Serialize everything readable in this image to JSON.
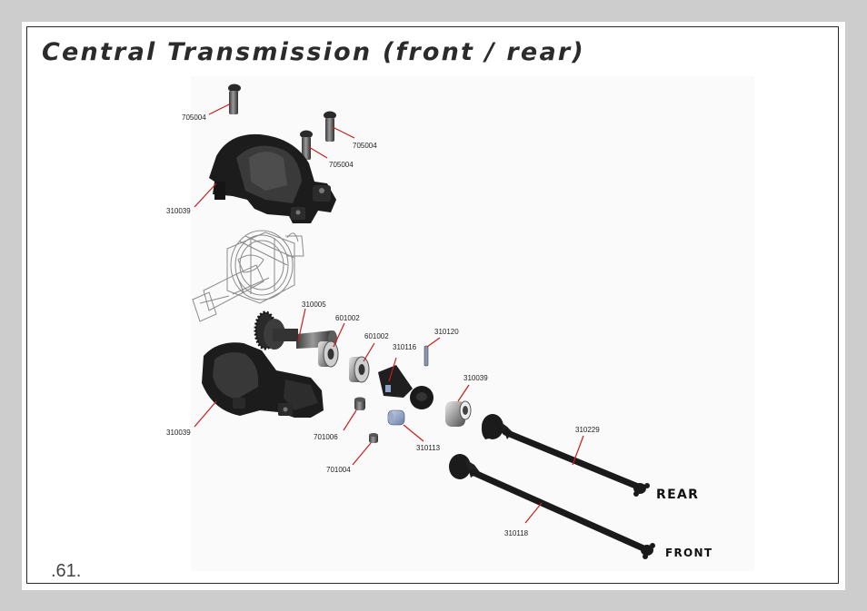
{
  "page": {
    "title": "Central Transmission (front / rear)",
    "number": ".61."
  },
  "parts": {
    "screw_top": "705004",
    "screw_right": "705004",
    "screw_mid": "705004",
    "housing_top": "310039",
    "spur_gear": "310005",
    "bearing_a": "601002",
    "bearing_b": "601002",
    "cup": "310116",
    "pin": "310120",
    "collar": "310039",
    "housing_bottom": "310039",
    "grub_a": "701006",
    "grub_b": "701004",
    "coupler": "310113",
    "shaft_rear": "310229",
    "shaft_front": "310118"
  },
  "shafts": {
    "rear_label": "REAR",
    "front_label": "FRONT"
  }
}
